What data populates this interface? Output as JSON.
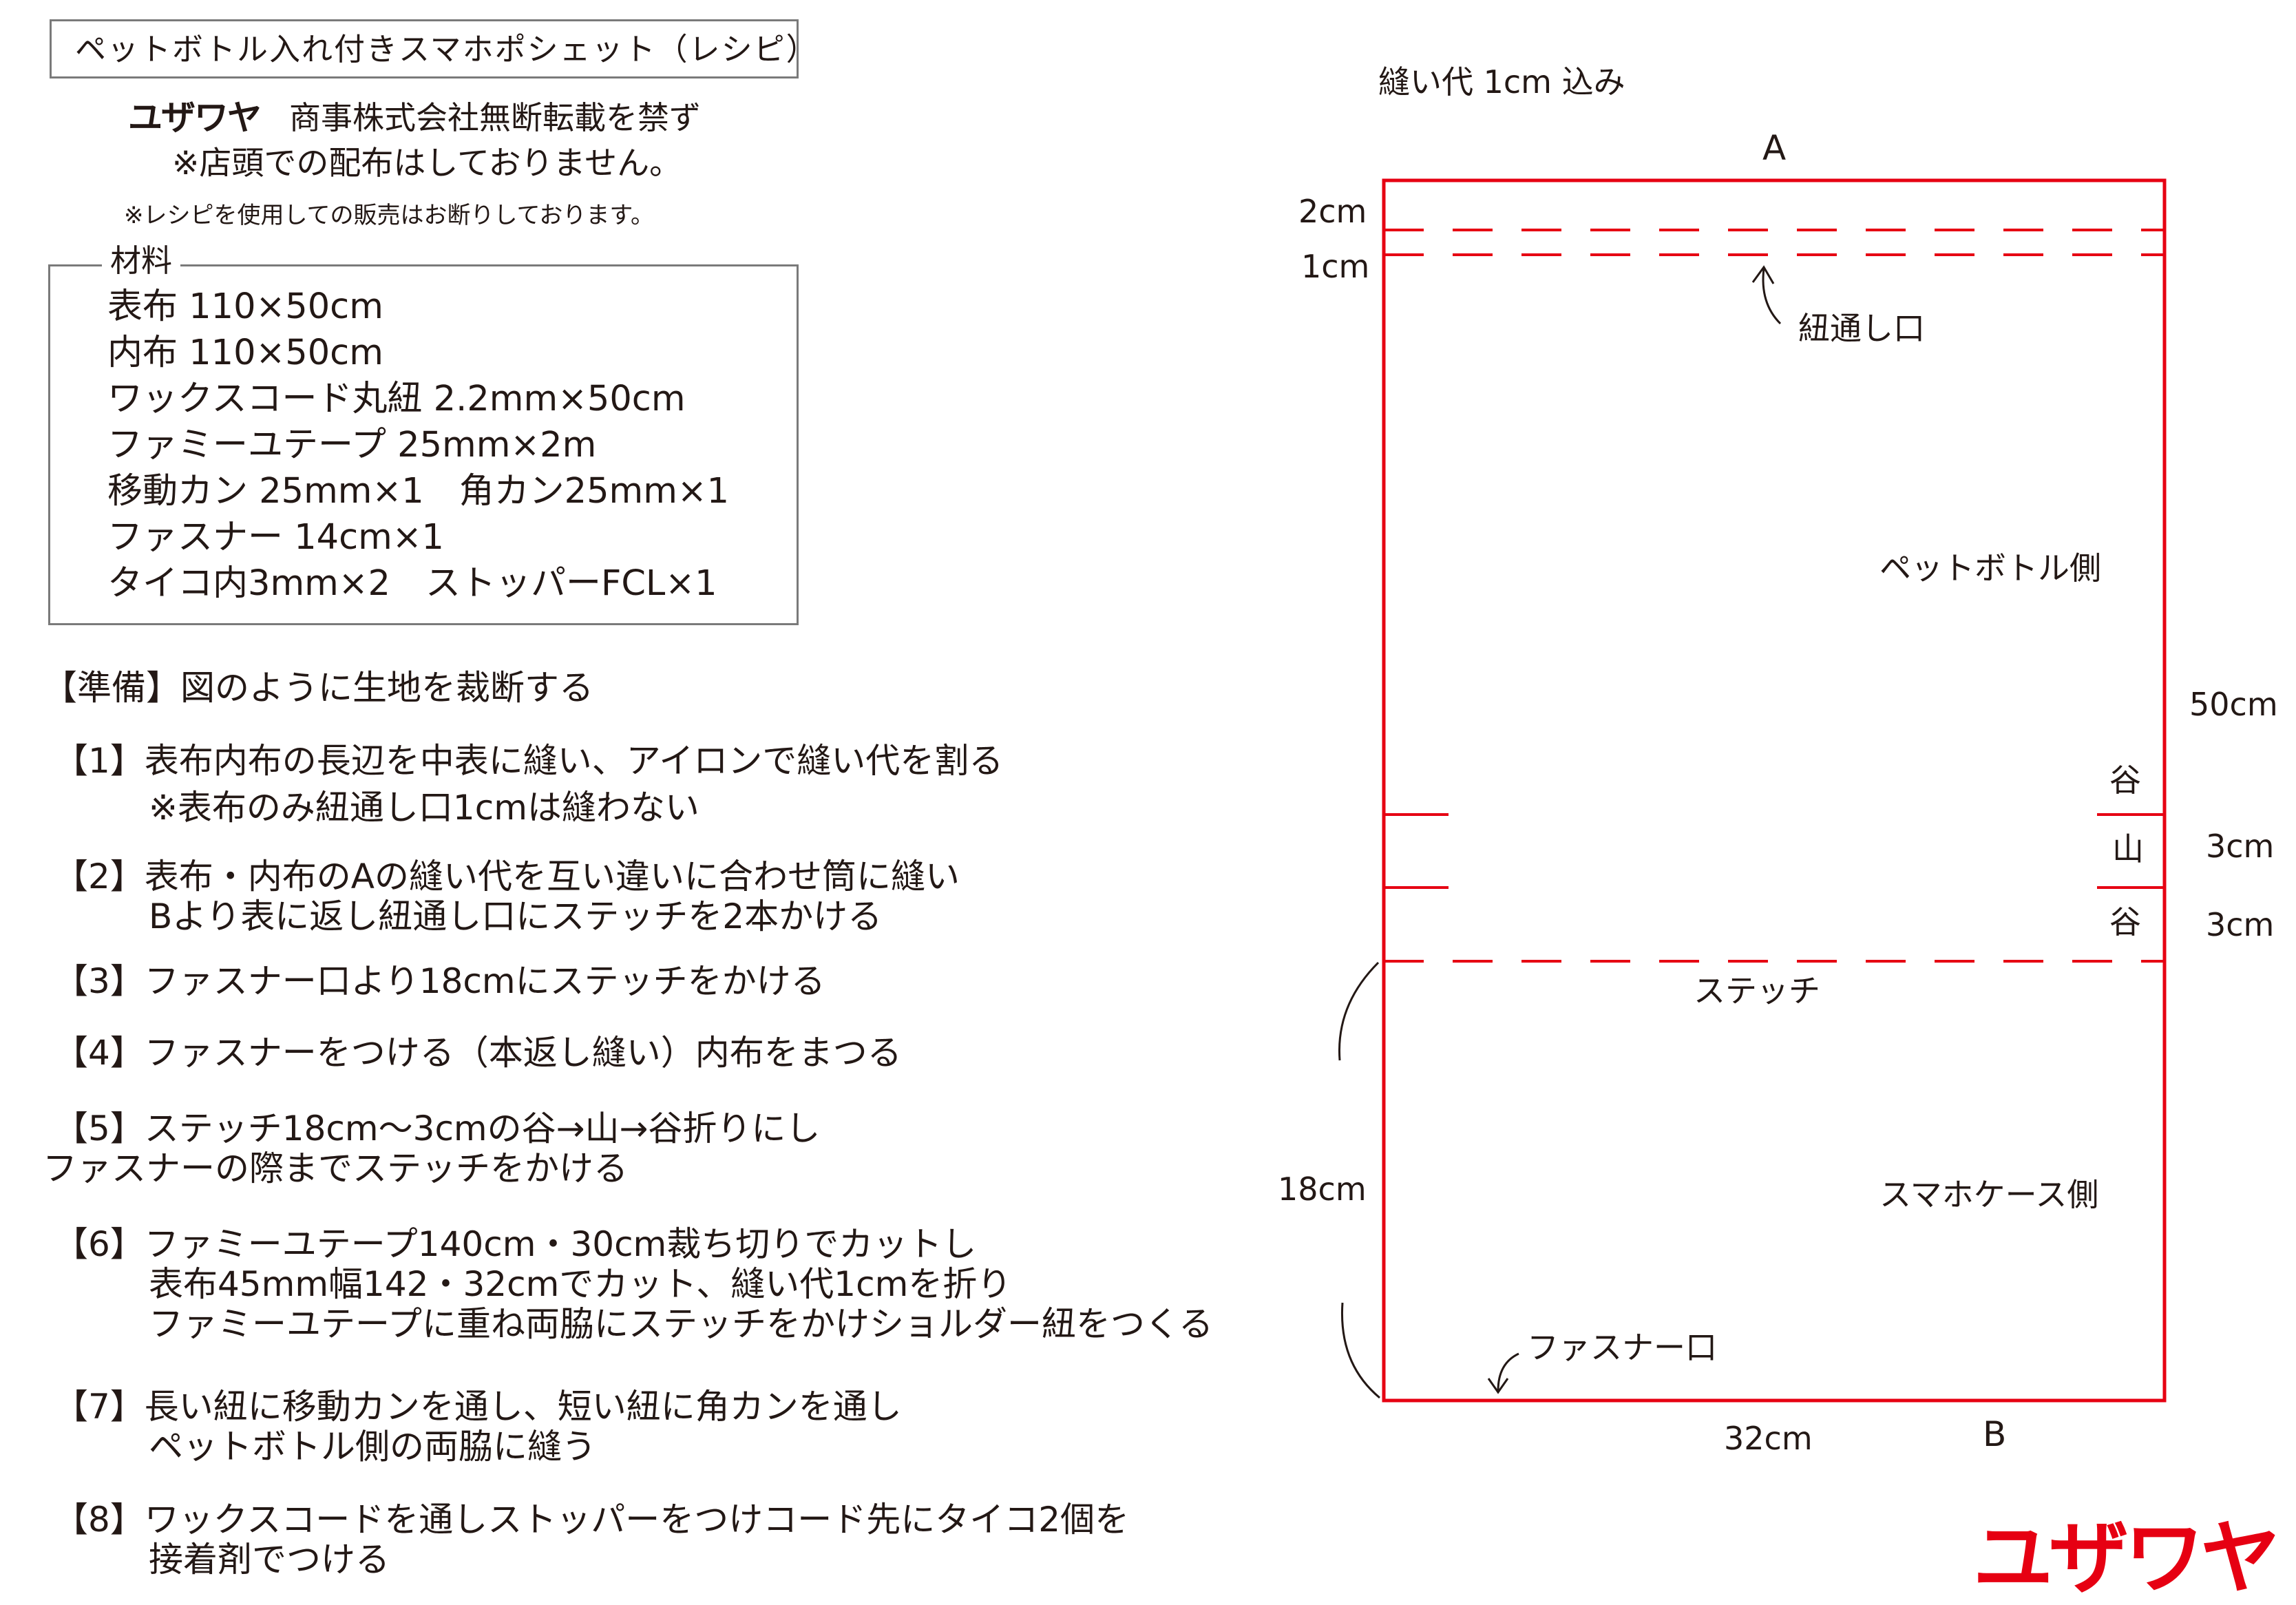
{
  "title": "ペットボトル入れ付きスマホポシェット（レシピ）",
  "brand_small": "ユザワヤ",
  "copyright": "商事株式会社無断転載を禁ず",
  "notice1": "※店頭での配布はしておりません。",
  "notice2": "※レシピを使用しての販売はお断りしております。",
  "materials": {
    "heading": "材料",
    "items": [
      "表布 110×50cm",
      "内布 110×50cm",
      "ワックスコード丸紐 2.2mm×50cm",
      "ファミーユテープ 25mm×2m",
      "移動カン 25mm×1　角カン25mm×1",
      "ファスナー 14cm×1",
      "タイコ内3mm×2　ストッパーFCL×1"
    ]
  },
  "prep": "【準備】図のように生地を裁断する",
  "steps": [
    {
      "main": "【1】表布内布の長辺を中表に縫い、アイロンで縫い代を割る",
      "sub": [
        "※表布のみ紐通し口1cmは縫わない"
      ]
    },
    {
      "main": "【2】表布・内布のAの縫い代を互い違いに合わせ筒に縫い",
      "sub": [
        "Bより表に返し紐通し口にステッチを2本かける"
      ]
    },
    {
      "main": "【3】ファスナー口より18cmにステッチをかける",
      "sub": []
    },
    {
      "main": "【4】ファスナーをつける（本返し縫い）内布をまつる",
      "sub": []
    },
    {
      "main": "【5】ステッチ18cm〜3cmの谷→山→谷折りにし",
      "sub": [
        "ファスナーの際までステッチをかける"
      ]
    },
    {
      "main": "【6】ファミーユテープ140cm・30cm裁ち切りでカットし",
      "sub": [
        "表布45mm幅142・32cmでカット、縫い代1cmを折り",
        "ファミーユテープに重ね両脇にステッチをかけショルダー紐をつくる"
      ]
    },
    {
      "main": "【7】長い紐に移動カンを通し、短い紐に角カンを通し",
      "sub": [
        "ペットボトル側の両脇に縫う"
      ]
    },
    {
      "main": "【8】ワックスコードを通しストッパーをつけコード先にタイコ2個を",
      "sub": [
        "接着剤でつける"
      ]
    }
  ],
  "diagram": {
    "seam_note": "縫い代 1cm 込み",
    "label_a": "A",
    "label_b": "B",
    "top_2cm": "2cm",
    "top_1cm": "1cm",
    "cord_opening": "紐通し口",
    "bottle_side": "ペットボトル側",
    "height_50": "50cm",
    "valley1": "谷",
    "mountain": "山",
    "valley2": "谷",
    "fold_3cm_a": "3cm",
    "fold_3cm_b": "3cm",
    "stitch": "ステッチ",
    "height_18": "18cm",
    "phone_side": "スマホケース側",
    "zipper_opening": "ファスナー口",
    "width_32": "32cm",
    "line_color": "#e60012"
  },
  "logo": {
    "text": "ユザワヤ",
    "color": "#e60012"
  }
}
